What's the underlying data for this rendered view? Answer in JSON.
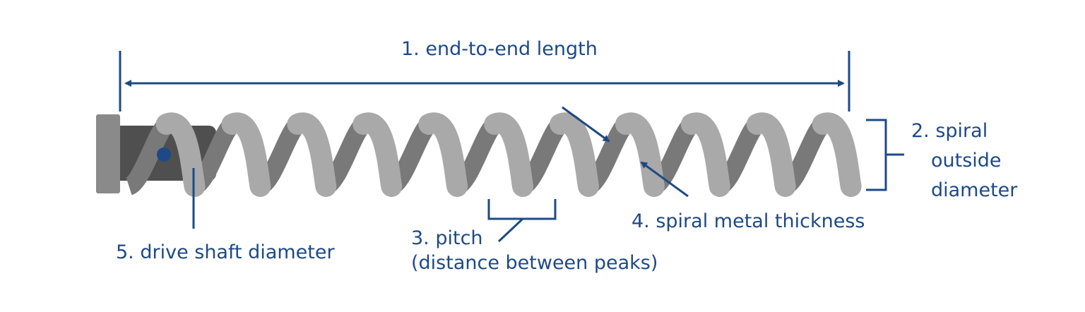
{
  "labels": {
    "length": "1. end-to-end length",
    "outside_diameter": [
      "2. spiral",
      "outside",
      "diameter"
    ],
    "pitch": [
      "3. pitch",
      "(distance between peaks)"
    ],
    "metal_thickness": "4. spiral metal thickness",
    "shaft_diameter": "5. drive shaft diameter"
  },
  "colors": {
    "annotation": "#1d4a86",
    "spiral_front": "#a9a9a9",
    "spiral_back": "#797979",
    "shaft": "#4f4f4f",
    "end_cap": "#8a8a8a"
  },
  "spiral": {
    "turns": 11
  }
}
